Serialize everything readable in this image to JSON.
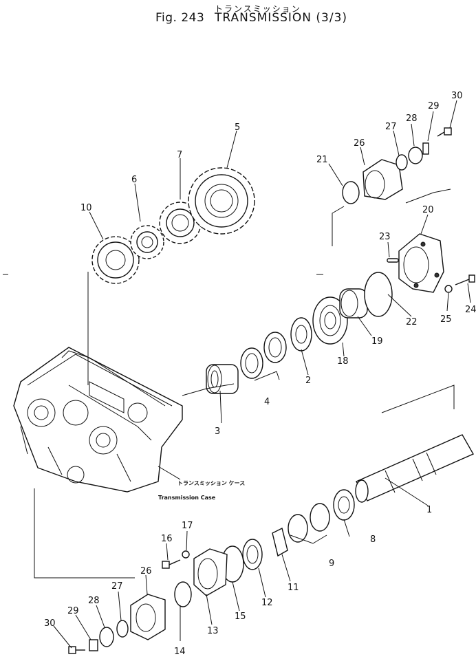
{
  "header": {
    "jp_title": "トランスミッション",
    "fig_label": "Fig. 243",
    "fig_title": "TRANSMISSION (3/3)"
  },
  "case_label": {
    "jp": "トランスミッション ケース",
    "en": "Transmission Case"
  },
  "callouts": [
    "1",
    "2",
    "3",
    "4",
    "5",
    "6",
    "7",
    "8",
    "9",
    "10",
    "11",
    "12",
    "13",
    "14",
    "15",
    "16",
    "17",
    "18",
    "19",
    "20",
    "21",
    "22",
    "23",
    "24",
    "25",
    "26",
    "27",
    "28",
    "29",
    "30",
    "26",
    "27",
    "28",
    "29",
    "30"
  ]
}
